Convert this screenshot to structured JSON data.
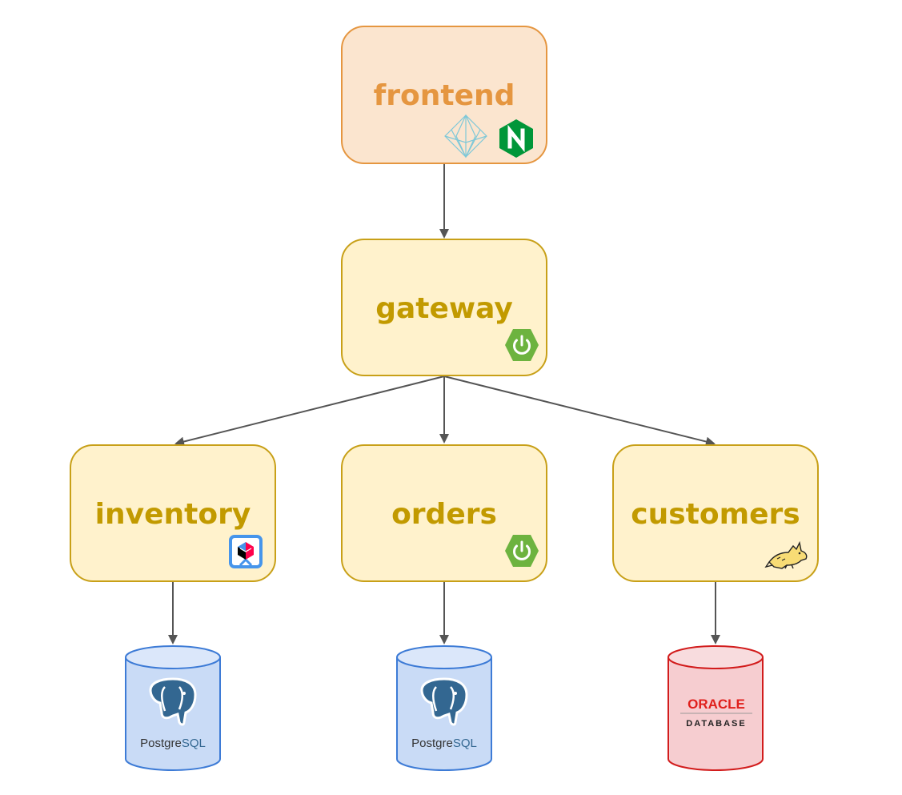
{
  "colors": {
    "frontend_fill": "#fbe5cf",
    "frontend_stroke": "#e59640",
    "frontend_text": "#e59640",
    "service_fill": "#fff2cc",
    "service_stroke": "#c8a018",
    "service_text": "#c29a00",
    "edge": "#555555",
    "postgres_fill": "#c9dbf6",
    "postgres_stroke": "#3d7bd6",
    "postgres_blue": "#336791",
    "oracle_fill": "#f6cdd0",
    "oracle_stroke": "#d21c1c",
    "oracle_red": "#e0201c",
    "spring_green": "#6db33f",
    "nginx_green": "#009639"
  },
  "nodes": {
    "frontend": {
      "label": "frontend",
      "icons": [
        "angular-icon",
        "nginx-icon"
      ]
    },
    "gateway": {
      "label": "gateway",
      "icons": [
        "spring-boot-icon"
      ]
    },
    "inventory": {
      "label": "inventory",
      "icons": [
        "quarkus-icon"
      ]
    },
    "orders": {
      "label": "orders",
      "icons": [
        "spring-boot-icon"
      ]
    },
    "customers": {
      "label": "customers",
      "icons": [
        "tomcat-icon"
      ]
    }
  },
  "databases": {
    "inventory_db": {
      "logo_text_a": "Postgre",
      "logo_text_b": "SQL",
      "icon": "postgresql-elephant-icon"
    },
    "orders_db": {
      "logo_text_a": "Postgre",
      "logo_text_b": "SQL",
      "icon": "postgresql-elephant-icon"
    },
    "customers_db": {
      "brand": "ORACLE",
      "subtitle": "DATABASE"
    }
  },
  "edges": [
    {
      "from": "frontend",
      "to": "gateway"
    },
    {
      "from": "gateway",
      "to": "inventory"
    },
    {
      "from": "gateway",
      "to": "orders"
    },
    {
      "from": "gateway",
      "to": "customers"
    },
    {
      "from": "inventory",
      "to": "inventory_db"
    },
    {
      "from": "orders",
      "to": "orders_db"
    },
    {
      "from": "customers",
      "to": "customers_db"
    }
  ]
}
